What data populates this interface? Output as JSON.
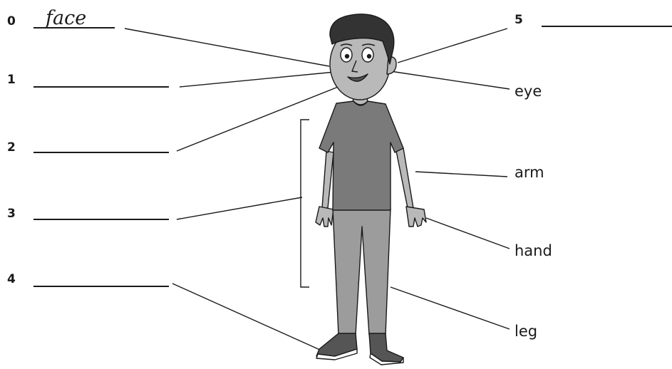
{
  "rows": [
    {
      "number": "0",
      "answer": "face"
    },
    {
      "number": "1",
      "answer": ""
    },
    {
      "number": "2",
      "answer": ""
    },
    {
      "number": "3",
      "answer": ""
    },
    {
      "number": "4",
      "answer": ""
    },
    {
      "number": "5",
      "answer": ""
    }
  ],
  "labels": [
    "eye",
    "arm",
    "hand",
    "leg"
  ],
  "colors": {
    "ink": "#1a1a1a",
    "skin": "#b9b9b9",
    "shirt": "#7a7a7a",
    "trousers": "#9c9c9c",
    "hair": "#333333"
  }
}
